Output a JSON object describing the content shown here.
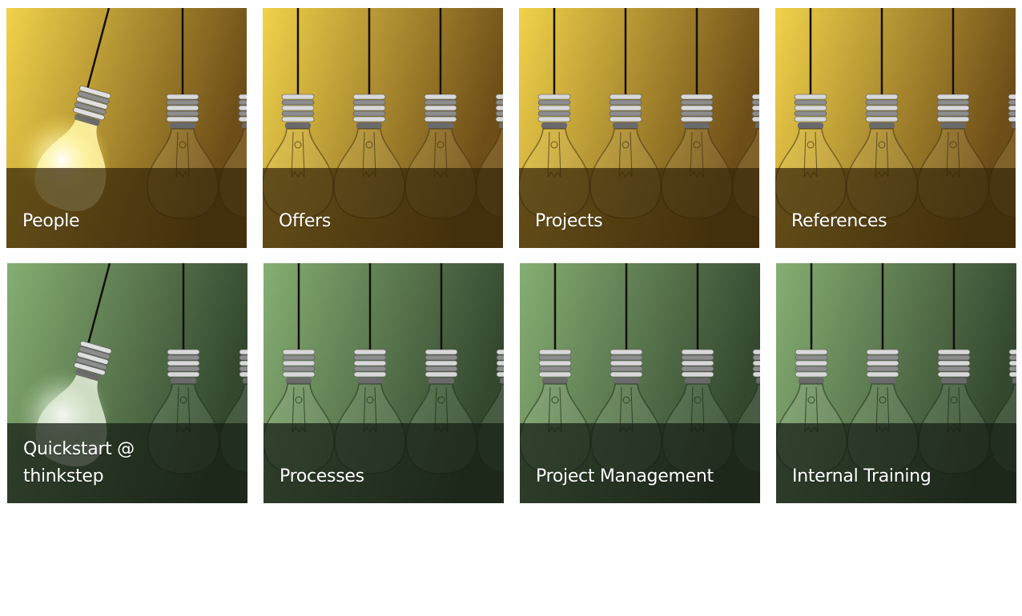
{
  "tiles_row1": [
    {
      "label": "People",
      "theme": "yellow",
      "lit": true
    },
    {
      "label": "Offers",
      "theme": "yellow",
      "lit": false
    },
    {
      "label": "Projects",
      "theme": "yellow",
      "lit": false
    },
    {
      "label": "References",
      "theme": "yellow",
      "lit": false
    }
  ],
  "tiles_row2": [
    {
      "label": "Quickstart @ thinkstep",
      "theme": "green",
      "lit": true
    },
    {
      "label": "Processes",
      "theme": "green",
      "lit": false
    },
    {
      "label": "Project Management",
      "theme": "green",
      "lit": false
    },
    {
      "label": "Internal Training",
      "theme": "green",
      "lit": false
    }
  ],
  "colors": {
    "yellow_light": "#f1d24a",
    "yellow_dark": "#6e4e18",
    "green_light": "#86ae72",
    "green_dark": "#34482f"
  },
  "icons": {
    "tile_image": "light-bulb-icon"
  }
}
